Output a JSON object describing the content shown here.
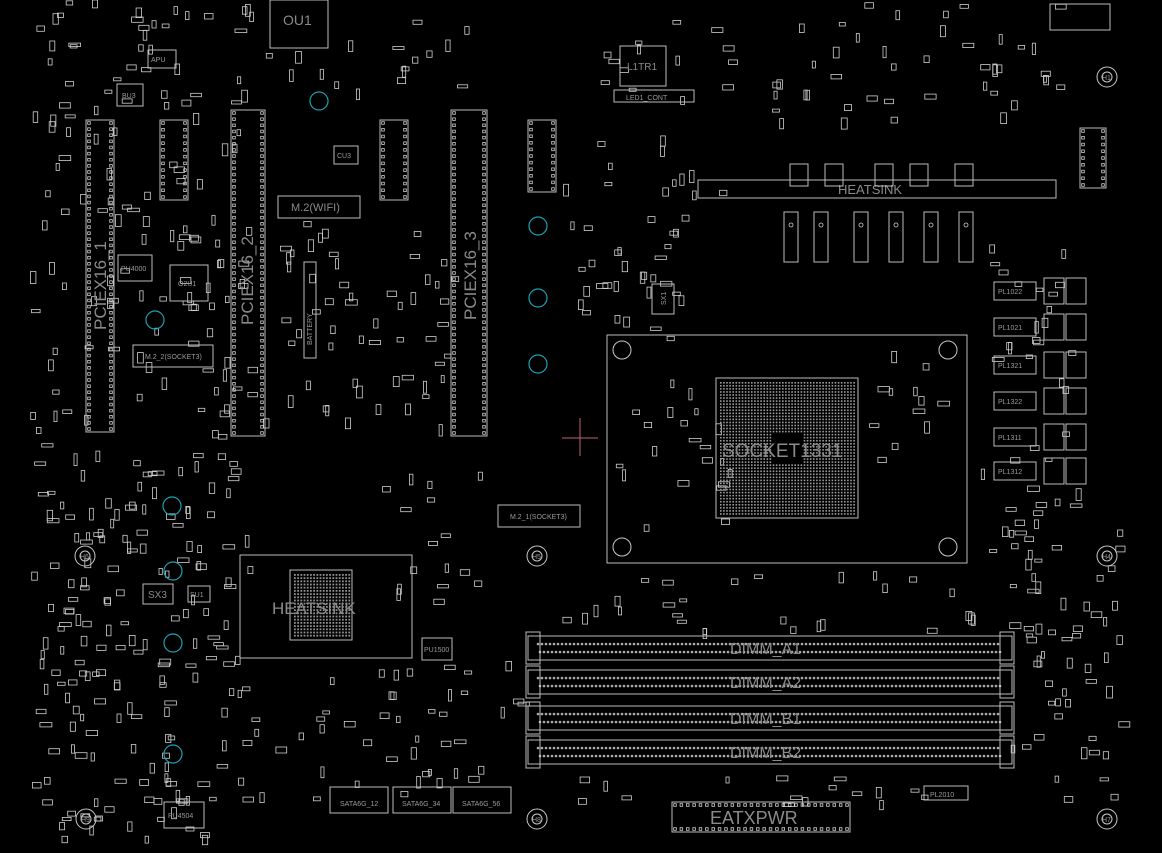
{
  "board": {
    "background": "#000000",
    "colors": {
      "outline": "#bdbdbd",
      "label": "#8a8a8a",
      "mount_hole": "#19a3b5",
      "cursor": "#c0607a"
    }
  },
  "connectors": [
    {
      "id": "pciex16_1",
      "label": "PCIEX16_1",
      "orient": "v"
    },
    {
      "id": "pciex16_2",
      "label": "PCIEX16_2",
      "orient": "v"
    },
    {
      "id": "pciex16_3",
      "label": "PCIEX16_3",
      "orient": "v"
    },
    {
      "id": "m2_wifi",
      "label": "M.2(WIFI)",
      "orient": "h"
    },
    {
      "id": "m2_2",
      "label": "M.2_2(SOCKET3)",
      "orient": "h"
    },
    {
      "id": "m2_1",
      "label": "M.2_1(SOCKET3)",
      "orient": "h"
    },
    {
      "id": "dimm_a1",
      "label": "DIMM_A1",
      "orient": "h"
    },
    {
      "id": "dimm_a2",
      "label": "DIMM_A2",
      "orient": "h"
    },
    {
      "id": "dimm_b1",
      "label": "DIMM_B1",
      "orient": "h"
    },
    {
      "id": "dimm_b2",
      "label": "DIMM_B2",
      "orient": "h"
    },
    {
      "id": "eatxpwr",
      "label": "EATXPWR",
      "orient": "h"
    },
    {
      "id": "sata_12",
      "label": "SATA6G_12",
      "orient": "h"
    },
    {
      "id": "sata_34",
      "label": "SATA6G_34",
      "orient": "h"
    },
    {
      "id": "sata_56",
      "label": "SATA6G_56",
      "orient": "h"
    },
    {
      "id": "led1_cont",
      "label": "LED1_CONT",
      "orient": "h"
    }
  ],
  "major_parts": [
    {
      "id": "socket",
      "label": "SOCKET1331"
    },
    {
      "id": "chipset_heatsink",
      "label": "HEATSINK"
    },
    {
      "id": "vrm_heatsink",
      "label": "HEATSINK"
    },
    {
      "id": "ou1",
      "label": "OU1"
    },
    {
      "id": "l1tr1",
      "label": "L1TR1"
    },
    {
      "id": "o2u1",
      "label": "O2U1"
    },
    {
      "id": "pu4000",
      "label": "PU4000"
    },
    {
      "id": "bu3",
      "label": "BU3"
    },
    {
      "id": "apu",
      "label": "APU"
    },
    {
      "id": "cu3",
      "label": "CU3"
    },
    {
      "id": "sx3",
      "label": "SX3"
    },
    {
      "id": "su1",
      "label": "SU1"
    },
    {
      "id": "sx1",
      "label": "SX1"
    },
    {
      "id": "pu1500",
      "label": "PU1500"
    },
    {
      "id": "pu4504",
      "label": "PU4504"
    },
    {
      "id": "battery",
      "label": "BATTERY"
    }
  ],
  "inductors": [
    "PL1022",
    "PL1021",
    "PL1321",
    "PL1322",
    "PL1311",
    "PL1312",
    "PL2010"
  ],
  "mount_holes": [
    "H6",
    "H5",
    "H4",
    "H9",
    "H8",
    "H7",
    "H1"
  ]
}
